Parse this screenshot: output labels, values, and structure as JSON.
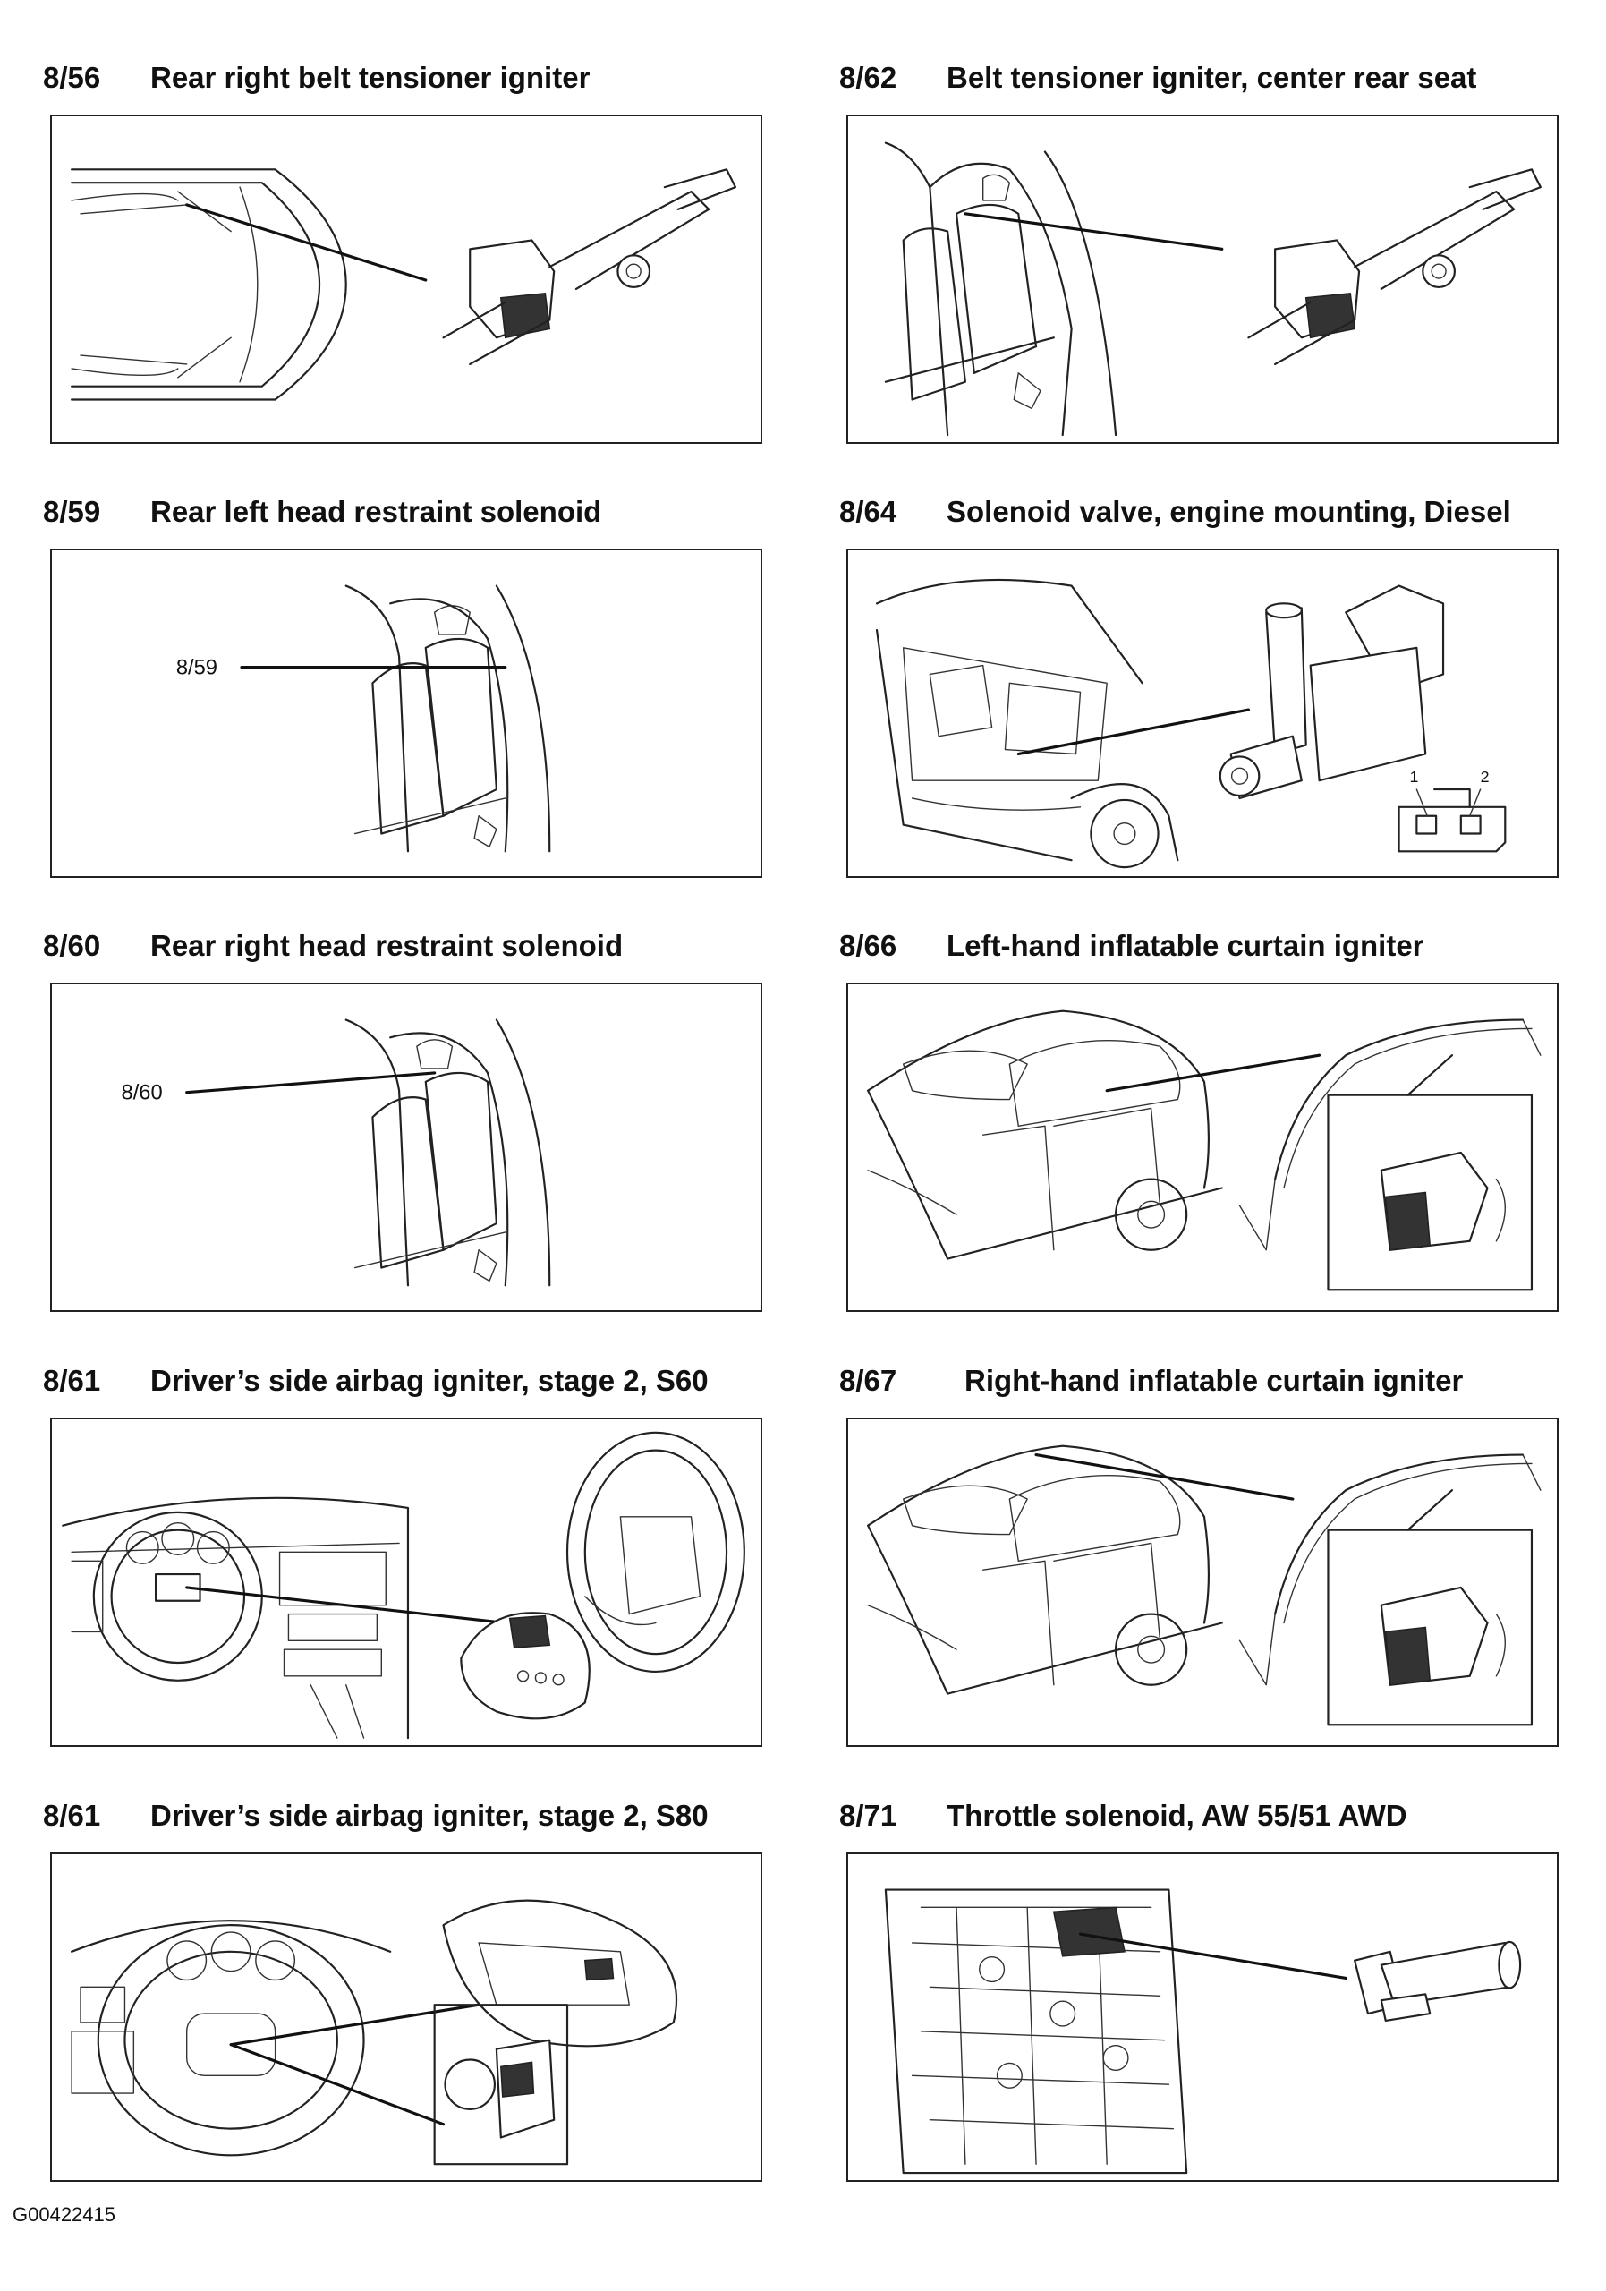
{
  "panels": [
    {
      "code": "8/56",
      "title": "Rear right belt tensioner igniter"
    },
    {
      "code": "8/62",
      "title": "Belt tensioner igniter, center rear seat"
    },
    {
      "code": "8/59",
      "title": "Rear left head restraint solenoid",
      "callout": "8/59"
    },
    {
      "code": "8/64",
      "title": "Solenoid valve, engine mounting, Diesel",
      "pins": [
        "1",
        "2"
      ]
    },
    {
      "code": "8/60",
      "title": "Rear right head restraint solenoid",
      "callout": "8/60"
    },
    {
      "code": "8/66",
      "title": "Left-hand inflatable curtain igniter"
    },
    {
      "code": "8/61",
      "title": "Driver’s side airbag igniter, stage 2, S60"
    },
    {
      "code": "8/67",
      "title": "Right-hand inflatable curtain igniter"
    },
    {
      "code": "8/61",
      "title": "Driver’s side airbag igniter, stage 2, S80"
    },
    {
      "code": "8/71",
      "title": "Throttle solenoid, AW 55/51 AWD"
    }
  ],
  "footer_code": "G00422415"
}
